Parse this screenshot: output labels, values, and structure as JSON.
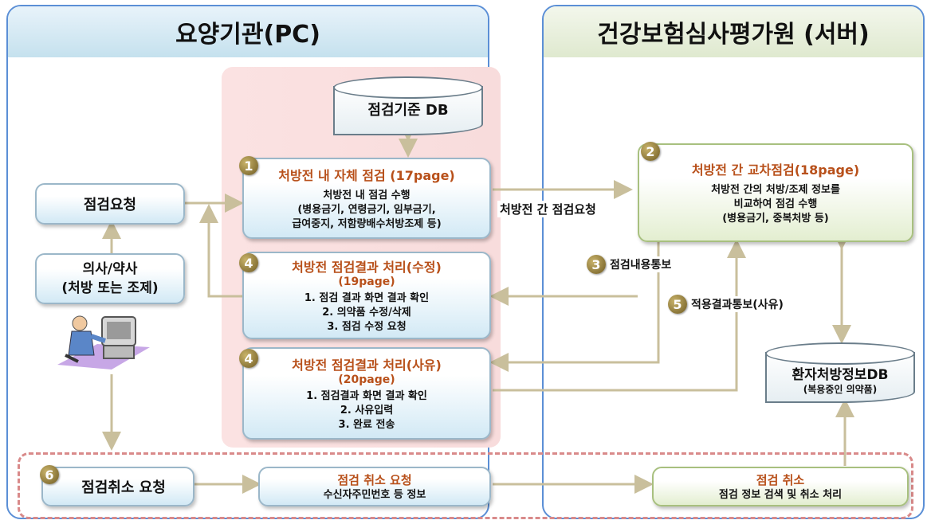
{
  "headers": {
    "left": "요양기관(PC)",
    "right": "건강보험심사평가원 (서버)"
  },
  "db_check": {
    "label": "점검기준 DB"
  },
  "db_patient": {
    "label": "환자처방정보DB",
    "sub": "(복용중인 의약품)"
  },
  "request_box": {
    "label": "점검요청"
  },
  "doctor_box": {
    "line1": "의사/약사",
    "line2": "(처방 또는 조제)"
  },
  "step1": {
    "num": "1",
    "title": "처방전 내 자체 점검 (17page)",
    "line1": "처방전 내 점검 수행",
    "line2": "(병용금기, 연령금기, 임부금기,",
    "line3": "급여중지, 저함량배수처방조제 등)"
  },
  "step2": {
    "num": "2",
    "title": "처방전 간 교차점검(18page)",
    "line1": "처방전 간의 처방/조제 정보를",
    "line2": "비교하여 점검 수행",
    "line3": "(병용금기, 중복처방 등)"
  },
  "step4a": {
    "num": "4",
    "title": "처방전 점검결과 처리(수정)",
    "page": "(19page)",
    "items": [
      "1. 점검 결과 화면 결과 확인",
      "2. 의약품 수정/삭제",
      "3. 점검 수정 요청"
    ]
  },
  "step4b": {
    "num": "4",
    "title": "처방전 점검결과 처리(사유)",
    "page": "(20page)",
    "items": [
      "1. 점검결과 화면 결과 확인",
      "2. 사유입력",
      "3. 완료 전송"
    ]
  },
  "labels": {
    "inter_request": "처방전 간 점검요청",
    "step3_num": "3",
    "step3": "점검내용통보",
    "step5_num": "5",
    "step5": "적용결과통보(사유)"
  },
  "cancel": {
    "num": "6",
    "request": "점검취소 요청",
    "mid_title": "점검 취소 요청",
    "mid_sub": "수신자주민번호 등 정보",
    "server_title": "점검 취소",
    "server_sub": "점검 정보 검색 및 취소 처리"
  },
  "colors": {
    "accent_orange": "#b8501a",
    "panel_border": "#5b8fd6",
    "arrow": "#c9bf9c",
    "dash": "#d98a8a"
  }
}
